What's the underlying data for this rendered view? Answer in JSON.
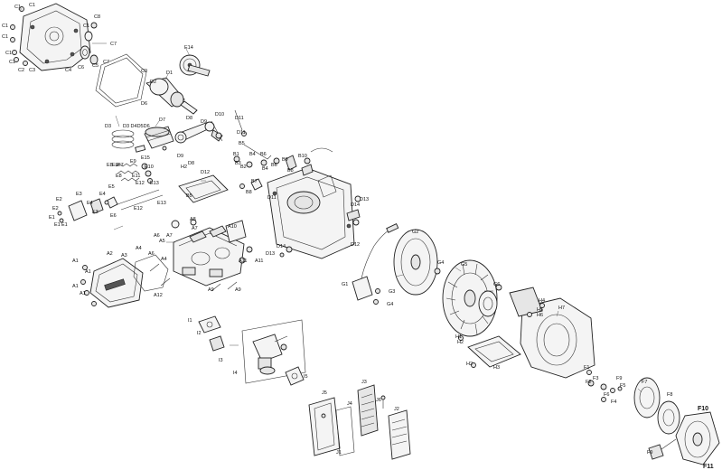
{
  "labels": {
    "c1": "C1",
    "c2": "C2",
    "c3": "C3",
    "c4": "C4",
    "c5": "C5",
    "c6": "C6",
    "c7": "C7",
    "c8": "C8",
    "c9": "C9",
    "d1": "D1",
    "d2": "D2",
    "d3": "D3",
    "d4": "D4",
    "d5": "D5",
    "d6": "D6",
    "d7": "D7",
    "d8": "D8",
    "d9": "D9",
    "d10": "D10",
    "d11": "D11",
    "d12": "D12",
    "d13": "D13",
    "d14": "D14",
    "d3d4d5d6": "D3 D4D5D6",
    "e1": "E1",
    "e2": "E2",
    "e3": "E3",
    "e4": "E4",
    "e5": "E5",
    "e6": "E6",
    "e7": "E7",
    "e8": "E8",
    "e9": "E9",
    "e10": "E10",
    "e11": "E11",
    "e12": "E12",
    "e13": "E13",
    "e14": "E14",
    "e15": "E15",
    "b1": "B1",
    "b2": "B2",
    "b3": "B3",
    "b4": "B4",
    "b5": "B5",
    "b6": "B6",
    "b7": "B7",
    "b8": "B8",
    "b9": "B9",
    "b10": "B10",
    "a1": "A1",
    "a2": "A2",
    "a3": "A3",
    "a4": "A4",
    "a5": "A5",
    "a6": "A6",
    "a7": "A7",
    "a8": "A8",
    "a9": "A9",
    "a10": "A10",
    "a11": "A11",
    "a12": "A12",
    "f1": "F1",
    "f2": "F2",
    "f3": "F3",
    "f4": "F4",
    "f5": "F5",
    "f6": "F6",
    "f7": "F7",
    "f8": "F8",
    "f9": "F9",
    "f10": "F10",
    "f11": "F11",
    "g1": "G1",
    "g2": "G2",
    "g3": "G3",
    "g4": "G4",
    "g5": "G5",
    "g6": "G6",
    "h1": "H1",
    "h2": "H2",
    "h3": "H3",
    "h4": "H4",
    "h5": "H5",
    "h6": "H6",
    "h7": "H7",
    "i1": "I1",
    "i2": "I2",
    "i3": "I3",
    "i4": "I4",
    "i5": "I5",
    "j1": "J1",
    "j2": "J2",
    "j3": "J3",
    "j4": "J4",
    "j5": "J5",
    "j6": "J6"
  }
}
